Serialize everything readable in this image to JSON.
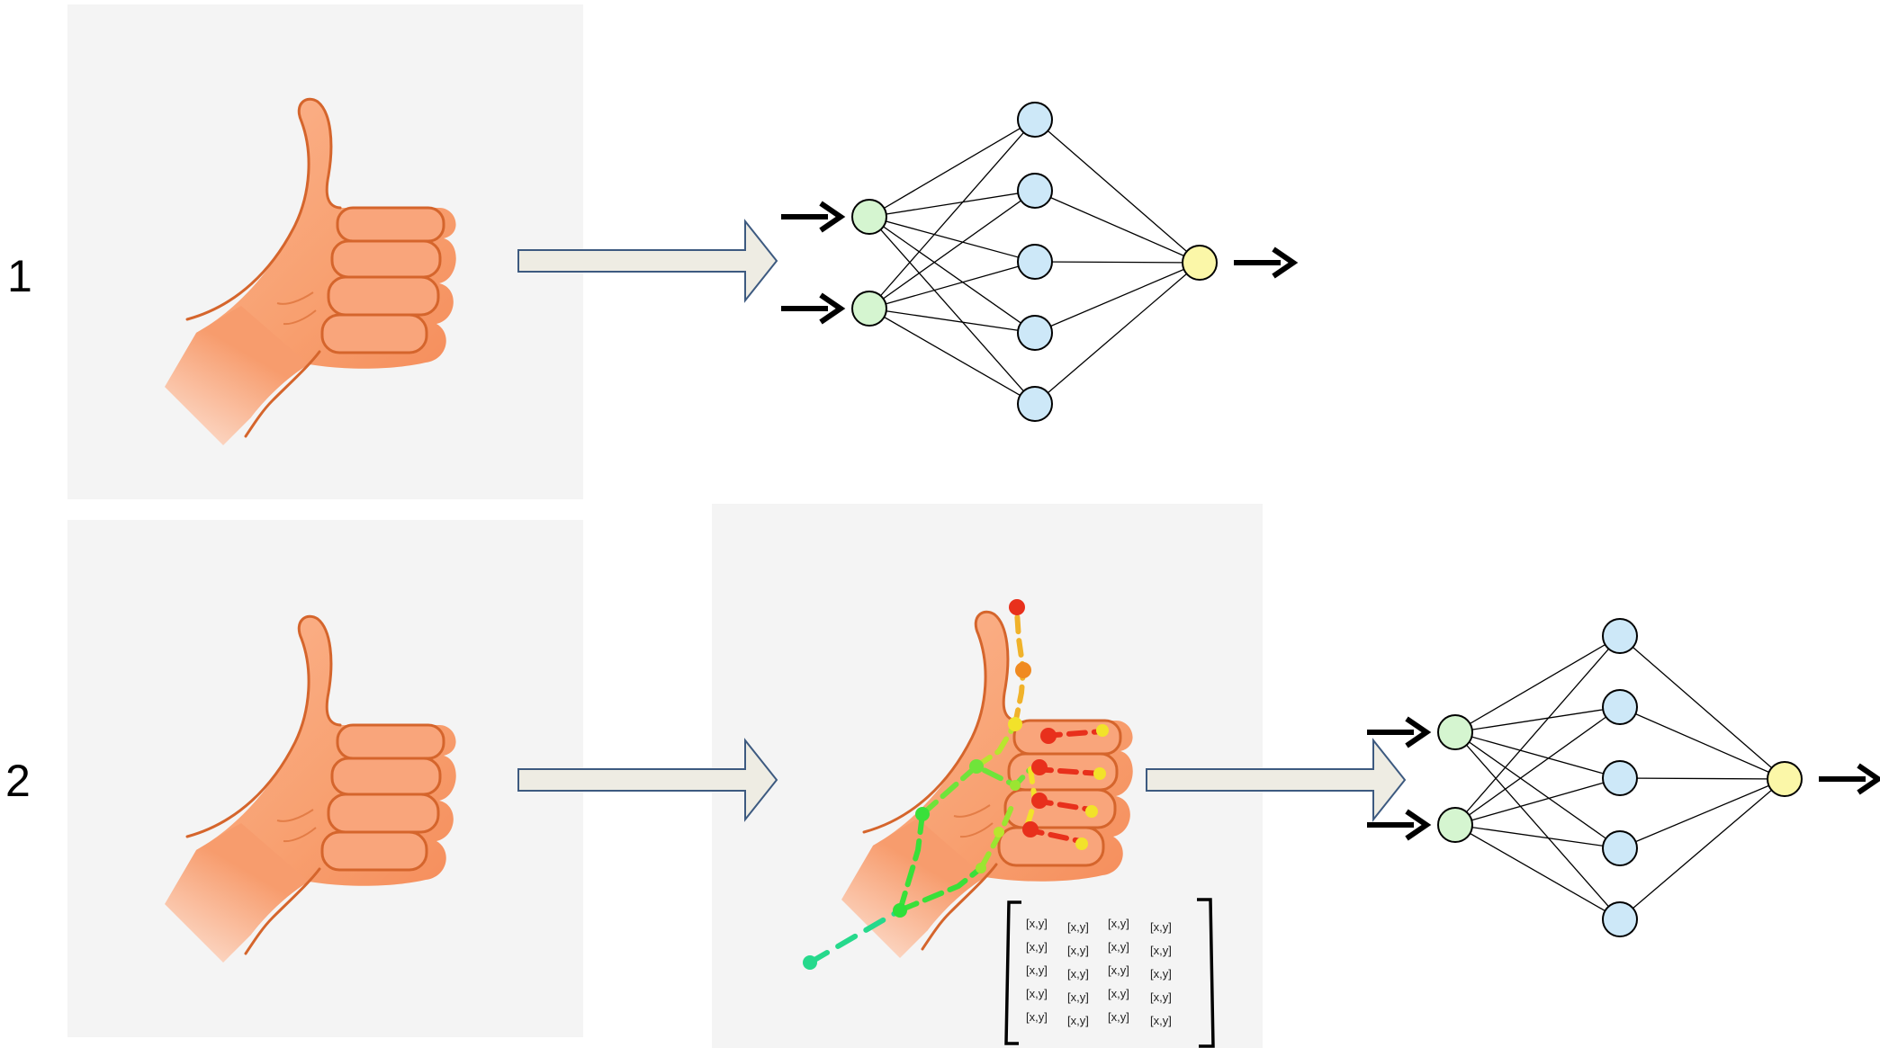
{
  "rows": [
    {
      "label": "1"
    },
    {
      "label": "2"
    }
  ],
  "matrix": {
    "cells": [
      [
        "[x,y]",
        "[x,y]",
        "[x,y]",
        "[x,y]"
      ],
      [
        "[x,y]",
        "[x,y]",
        "[x,y]",
        "[x,y]"
      ],
      [
        "[x,y]",
        "[x,y]",
        "[x,y]",
        "[x,y]"
      ],
      [
        "[x,y]",
        "[x,y]",
        "[x,y]",
        "[x,y]"
      ],
      [
        "[x,y]",
        "[x,y]",
        "[x,y]",
        "[x,y]"
      ]
    ]
  },
  "network": {
    "inputs": 2,
    "hidden": 5,
    "outputs": 1
  },
  "colors": {
    "panel": "#f4f4f4",
    "input_node": "#d5f5d0",
    "hidden_node": "#cde8f8",
    "output_node": "#fbf7a8",
    "block_arrow_fill": "#eeece3",
    "block_arrow_stroke": "#3d5a80",
    "hand_fill": "#f9a57b",
    "hand_stroke": "#d5652c"
  },
  "icons": {
    "hand": "thumbs-up-icon",
    "arrow": "block-arrow-right-icon",
    "small_arrow": "arrow-right-icon"
  }
}
